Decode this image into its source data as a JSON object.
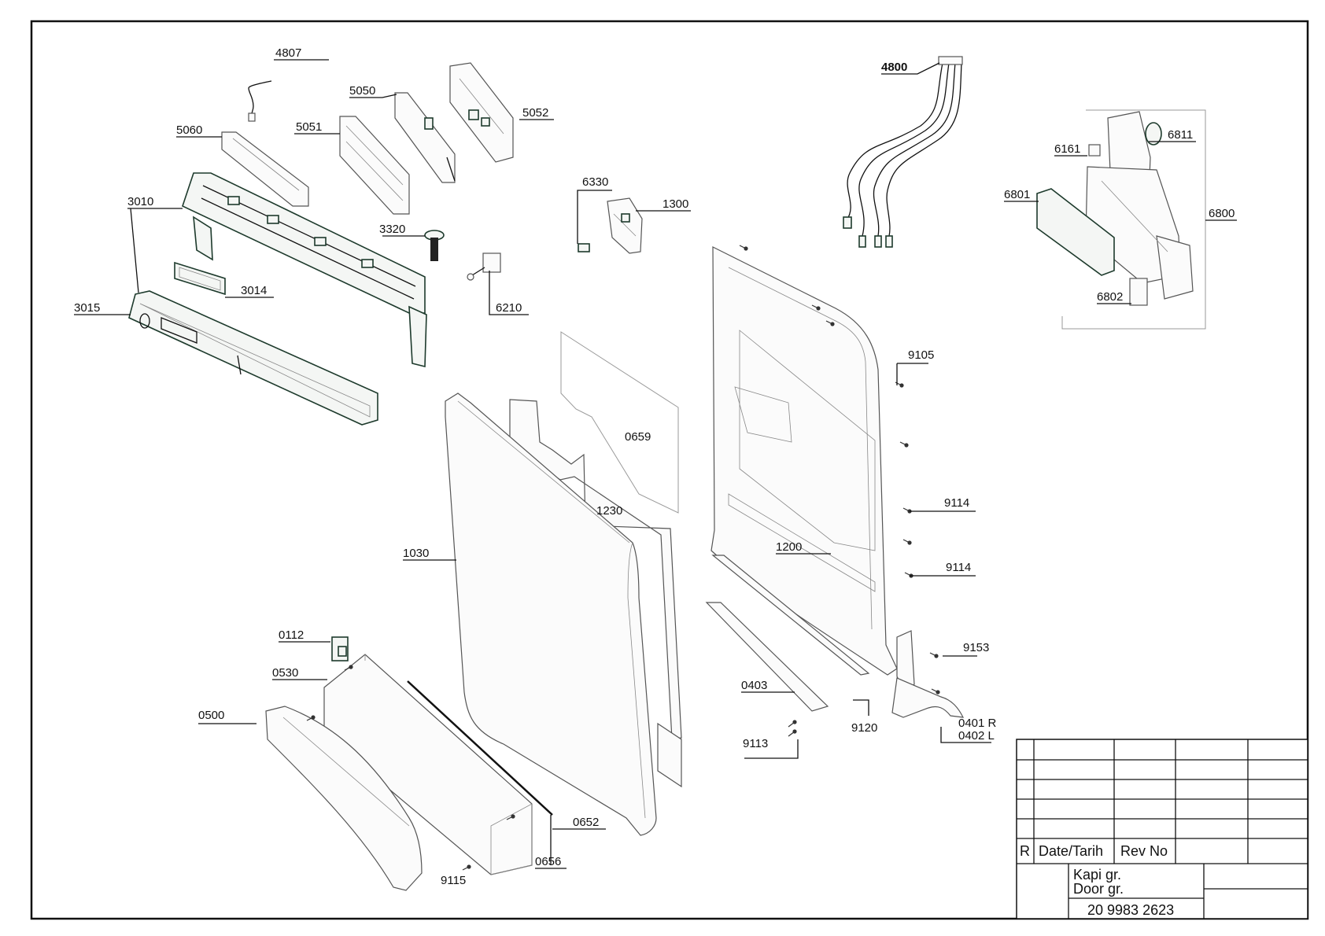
{
  "drawing": {
    "parts": [
      {
        "id": "p4807",
        "label": "4807"
      },
      {
        "id": "p5050",
        "label": "5050"
      },
      {
        "id": "p5052",
        "label": "5052"
      },
      {
        "id": "p5060",
        "label": "5060"
      },
      {
        "id": "p5051",
        "label": "5051"
      },
      {
        "id": "p3010",
        "label": "3010"
      },
      {
        "id": "p3320",
        "label": "3320"
      },
      {
        "id": "p3014",
        "label": "3014"
      },
      {
        "id": "p3015",
        "label": "3015"
      },
      {
        "id": "p6330",
        "label": "6330"
      },
      {
        "id": "p1300",
        "label": "1300"
      },
      {
        "id": "p6210",
        "label": "6210"
      },
      {
        "id": "p4800",
        "label": "4800"
      },
      {
        "id": "p6161",
        "label": "6161"
      },
      {
        "id": "p6811",
        "label": "6811"
      },
      {
        "id": "p6801",
        "label": "6801"
      },
      {
        "id": "p6800",
        "label": "6800"
      },
      {
        "id": "p6802",
        "label": "6802"
      },
      {
        "id": "p9105",
        "label": "9105"
      },
      {
        "id": "p0659",
        "label": "0659"
      },
      {
        "id": "p1230",
        "label": "1230"
      },
      {
        "id": "p1030",
        "label": "1030"
      },
      {
        "id": "p9114a",
        "label": "9114"
      },
      {
        "id": "p1200",
        "label": "1200"
      },
      {
        "id": "p9114b",
        "label": "9114"
      },
      {
        "id": "p0112",
        "label": "0112"
      },
      {
        "id": "p9153",
        "label": "9153"
      },
      {
        "id": "p0530",
        "label": "0530"
      },
      {
        "id": "p0403",
        "label": "0403"
      },
      {
        "id": "p0401",
        "label": "0401 R"
      },
      {
        "id": "p0402",
        "label": "0402 L"
      },
      {
        "id": "p9120",
        "label": "9120"
      },
      {
        "id": "p0500",
        "label": "0500"
      },
      {
        "id": "p9113",
        "label": "9113"
      },
      {
        "id": "p0652",
        "label": "0652"
      },
      {
        "id": "p0656",
        "label": "0656"
      },
      {
        "id": "p9115",
        "label": "9115"
      }
    ]
  },
  "title_block": {
    "rev_mark": "R",
    "date_header": "Date/Tarih",
    "rev_header": "Rev No",
    "title_line1": "Kapi gr.",
    "title_line2": "Door gr.",
    "drawing_number": "20 9983 2623"
  }
}
